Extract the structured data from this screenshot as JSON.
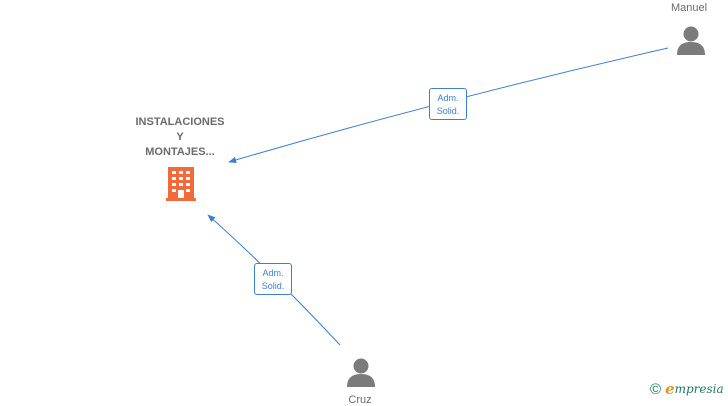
{
  "company": {
    "label_lines": [
      "INSTALACIONES",
      "Y",
      "MONTAJES..."
    ],
    "icon": "building-icon",
    "color": "#f26a3a"
  },
  "persons": [
    {
      "id": "manuel",
      "name": "Manuel",
      "icon": "person-icon"
    },
    {
      "id": "cruz",
      "name": "Cruz",
      "icon": "person-icon"
    }
  ],
  "edges": [
    {
      "from": "manuel",
      "to": "company",
      "label_lines": [
        "Adm.",
        "Solid."
      ]
    },
    {
      "from": "cruz",
      "to": "company",
      "label_lines": [
        "Adm.",
        "Solid."
      ]
    }
  ],
  "colors": {
    "edge": "#3d7fd3",
    "person": "#7b7b7b",
    "text": "#6b6b6b"
  },
  "brand": {
    "copyright_symbol": "©",
    "logo_initial": "e",
    "logo_rest": "mpresia"
  }
}
